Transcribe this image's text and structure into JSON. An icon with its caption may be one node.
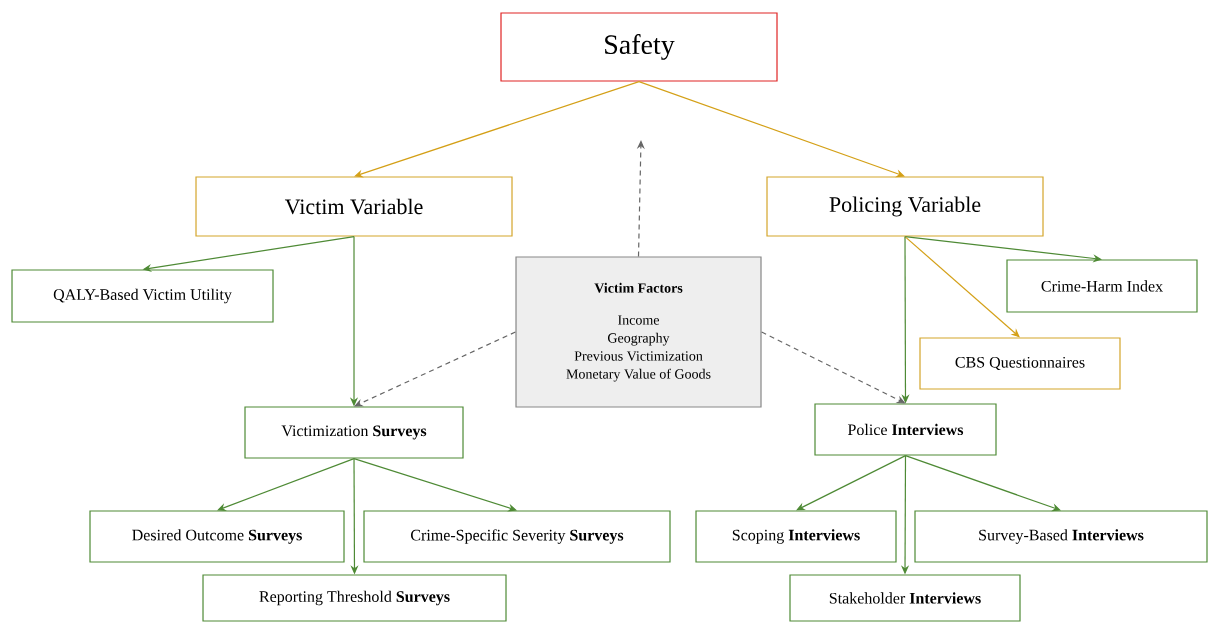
{
  "diagram": {
    "nodes": [
      {
        "text": [
          "Safety"
        ]
      },
      {
        "text": [
          "Victim Variable"
        ]
      },
      {
        "text": [
          "Policing Variable"
        ]
      },
      {
        "text": [
          "QALY-Based Victim Utility"
        ]
      },
      {
        "text": [
          "Victim Factors",
          "Income",
          "Geography",
          "Previous Victimization",
          "Monetary Value of Goods"
        ]
      },
      {
        "text": [
          "Crime-Harm Index"
        ]
      },
      {
        "text": [
          "CBS Questionnaires"
        ]
      },
      {
        "text": [
          "Victimization **Surveys**"
        ]
      },
      {
        "text": [
          "Police **Interviews**"
        ]
      },
      {
        "text": [
          "Desired Outcome **Surveys**"
        ]
      },
      {
        "text": [
          "Crime-Specific Severity **Surveys**"
        ]
      },
      {
        "text": [
          "Reporting Threshold **Surveys**"
        ]
      },
      {
        "text": [
          "Scoping **Interviews**"
        ]
      },
      {
        "text": [
          "Survey-Based **Interviews**"
        ]
      },
      {
        "text": [
          "Stakeholder **Interviews**"
        ]
      }
    ],
    "edges": [
      {
        "from": 0,
        "to": 1,
        "arrow": "to",
        "color": "#d4a017"
      },
      {
        "from": 0,
        "to": 2,
        "arrow": "to",
        "color": "#d4a017"
      },
      {
        "from": 1,
        "to": 3,
        "arrow": "to"
      },
      {
        "from": 1,
        "to": 7,
        "arrow": "to"
      },
      {
        "from": 2,
        "to": 5,
        "arrow": "to"
      },
      {
        "from": 2,
        "to": 6,
        "arrow": "to",
        "color": "#d4a017"
      },
      {
        "from": 2,
        "to": 8,
        "arrow": "to"
      },
      {
        "from": 4,
        "to": null,
        "arrow": "to",
        "style": "dashed",
        "color": "#666666"
      },
      {
        "from": 4,
        "to": 7,
        "arrow": "to",
        "style": "dashed",
        "color": "#666666"
      },
      {
        "from": 4,
        "to": 8,
        "arrow": "to",
        "style": "dashed",
        "color": "#666666"
      },
      {
        "from": 7,
        "to": 9,
        "arrow": "to"
      },
      {
        "from": 7,
        "to": 10,
        "arrow": "to"
      },
      {
        "from": 7,
        "to": 11,
        "arrow": "to"
      },
      {
        "from": 8,
        "to": 12,
        "arrow": "to"
      },
      {
        "from": 8,
        "to": 13,
        "arrow": "to"
      },
      {
        "from": 8,
        "to": 14,
        "arrow": "to"
      }
    ]
  }
}
